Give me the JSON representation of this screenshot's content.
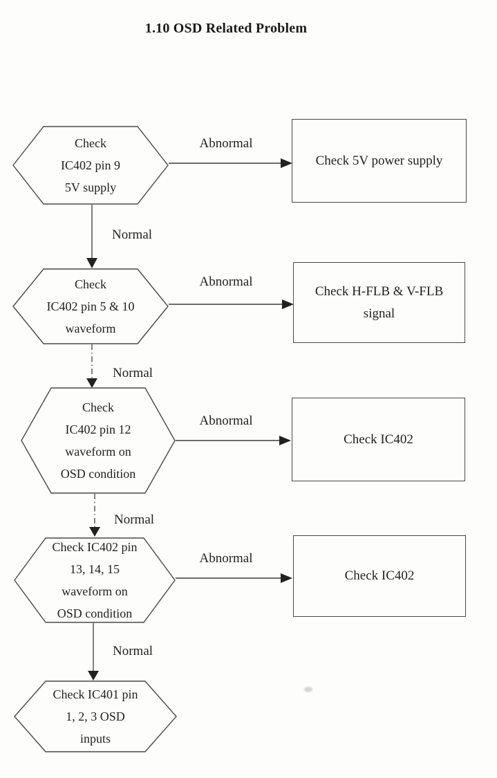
{
  "page": {
    "title": "1.10 OSD Related Problem"
  },
  "flow": {
    "hexagons": [
      {
        "lines": [
          "Check",
          "IC402 pin 9",
          "5V supply"
        ]
      },
      {
        "lines": [
          "Check",
          "IC402 pin 5 & 10",
          "waveform"
        ]
      },
      {
        "lines": [
          "Check",
          "IC402 pin 12",
          "waveform on",
          "OSD condition"
        ]
      },
      {
        "lines": [
          "Check IC402 pin",
          "13, 14, 15",
          "waveform on",
          "OSD condition"
        ]
      },
      {
        "lines": [
          "Check IC401 pin",
          "1, 2, 3 OSD",
          "inputs"
        ]
      }
    ],
    "rectangles": [
      {
        "lines": [
          "Check 5V power supply"
        ]
      },
      {
        "lines": [
          "Check H-FLB & V-FLB",
          "signal"
        ]
      },
      {
        "lines": [
          "Check IC402"
        ]
      },
      {
        "lines": [
          "Check IC402"
        ]
      }
    ],
    "labels": {
      "abnormal": [
        "Abnormal",
        "Abnormal",
        "Abnormal",
        "Abnormal"
      ],
      "normal": [
        "Normal",
        "Normal",
        "Normal",
        "Normal"
      ]
    },
    "colors": {
      "ink": "#211f1c",
      "line_stroke": "#3e3c38",
      "background": "#fdfdfc"
    }
  }
}
